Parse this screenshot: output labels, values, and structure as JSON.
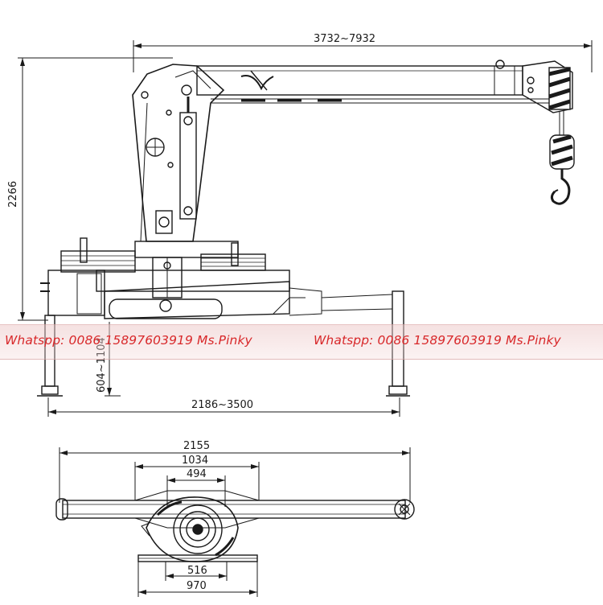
{
  "dimensions": {
    "boom_reach": "3732~7932",
    "overall_height": "2266",
    "outrigger_height": "604~1104",
    "outrigger_span_side": "2186~3500",
    "outrigger_span_top": "2155",
    "frame_width": "1034",
    "inner_width": "494",
    "base_inner": "516",
    "base_outer": "970"
  },
  "watermarks": [
    "Whatspp: 0086 15897603919 Ms.Pinky",
    "Whatspp: 0086 15897603919 Ms.Pinky"
  ],
  "colors": {
    "line": "#1a1a1a",
    "watermark_text": "#d8282a",
    "watermark_band": "#efd0d0"
  }
}
